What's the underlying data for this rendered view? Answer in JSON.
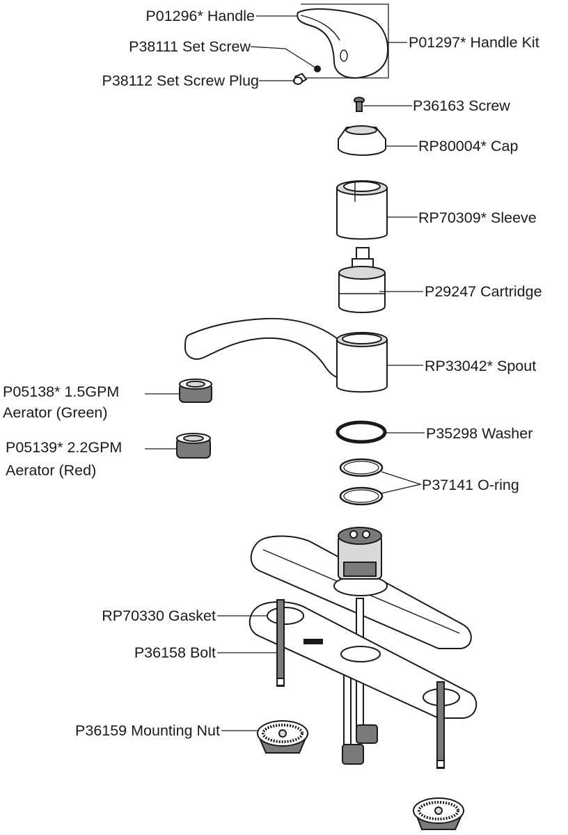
{
  "title": "",
  "labels": {
    "handle": "P01296* Handle",
    "set_screw": "P38111 Set Screw",
    "set_screw_plug": "P38112 Set Screw Plug",
    "handle_kit": "P01297* Handle Kit",
    "screw": "P36163 Screw",
    "cap": "RP80004* Cap",
    "sleeve": "RP70309* Sleeve",
    "cartridge": "P29247 Cartridge",
    "spout": "RP33042* Spout",
    "aerator_green_line1": "P05138* 1.5GPM",
    "aerator_green_line2": "Aerator (Green)",
    "aerator_red_line1": "P05139* 2.2GPM",
    "aerator_red_line2": "Aerator (Red)",
    "washer": "P35298 Washer",
    "oring": "P37141 O-ring",
    "gasket": "RP70330 Gasket",
    "bolt": "P36158 Bolt",
    "mounting_nut": "P36159 Mounting Nut"
  },
  "colors": {
    "line": "#1a1a1a",
    "fill": "#ffffff",
    "shade": "#d9d9d9",
    "dark": "#7a7a7a"
  }
}
